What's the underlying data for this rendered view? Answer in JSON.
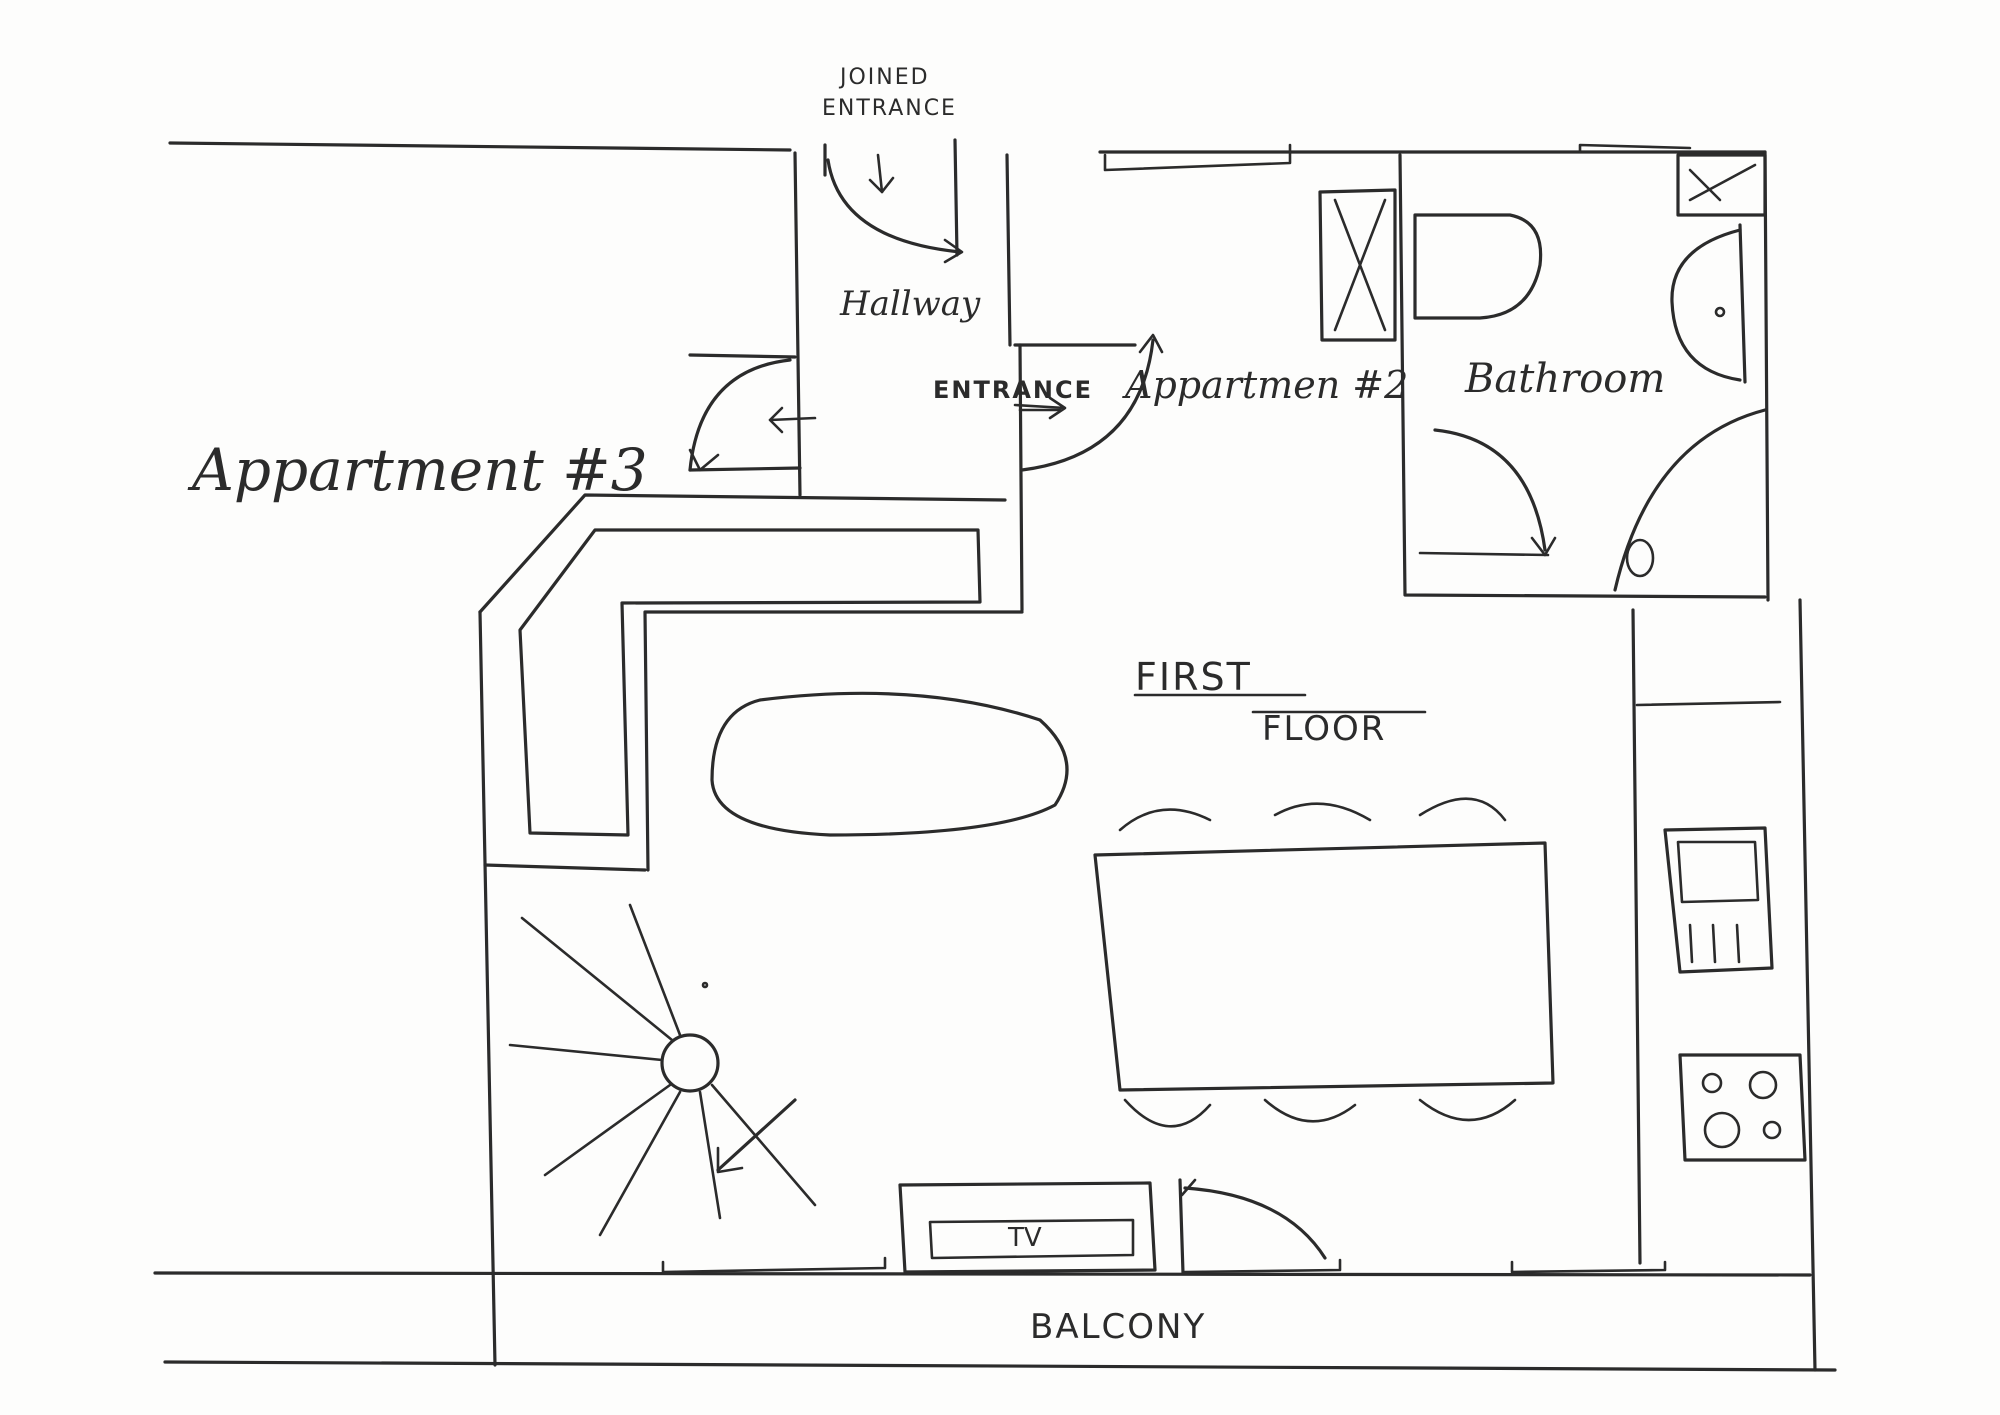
{
  "labels": {
    "joined_entrance_line1": "JOINED",
    "joined_entrance_line2": "ENTRANCE",
    "hallway": "Hallway",
    "entrance": "ENTRANCE",
    "apartment2": "Appartmen #2",
    "apartment3": "Appartment #3",
    "bathroom": "Bathroom",
    "first_floor_line1": "FIRST",
    "first_floor_line2": "FLOOR",
    "tv": "TV",
    "balcony": "BALCONY"
  },
  "colors": {
    "ink": "#2b2b2b",
    "paper": "#fdfdfc"
  }
}
